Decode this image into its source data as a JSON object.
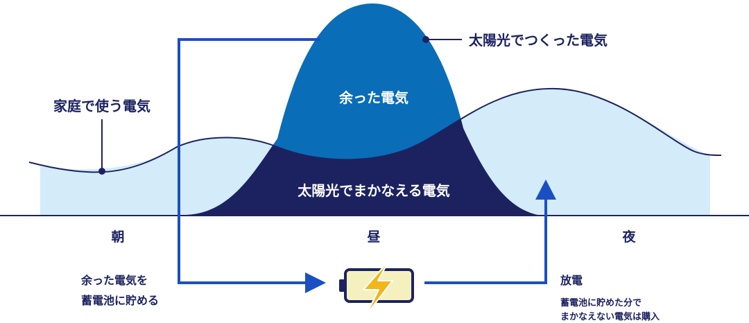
{
  "labels": {
    "home_usage": "家庭で使う電気",
    "solar_generated": "太陽光でつくった電気",
    "surplus": "余った電気",
    "solar_covered": "太陽光でまかなえる電気"
  },
  "time_axis": {
    "morning": "朝",
    "noon": "昼",
    "night": "夜"
  },
  "storage": {
    "line1": "余った電気を",
    "line2": "蓄電池に貯める"
  },
  "discharge": {
    "title": "放電",
    "line1": "蓄電池に貯めた分で",
    "line2": "まかなえない電気は購入"
  },
  "colors": {
    "usage_fill": "#d4ebf9",
    "solar_fill": "#0a6db8",
    "covered_fill": "#1c2260",
    "arrow": "#1a4fc4",
    "text": "#1c2260",
    "battery_fill": "#f4f1bf",
    "bolt": "#f2b618"
  },
  "icons": {
    "battery": "battery-charging-icon",
    "bolt": "lightning-bolt-icon"
  }
}
